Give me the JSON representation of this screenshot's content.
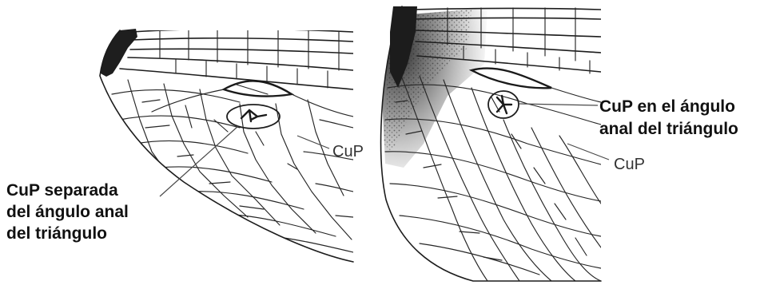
{
  "figure": {
    "left_wing": {
      "callout": [
        "CuP separada",
        "del ángulo anal",
        "del triángulo"
      ],
      "vein_label": "CuP"
    },
    "right_wing": {
      "callout": [
        "CuP en el ángulo",
        "anal del triángulo"
      ],
      "vein_label": "CuP"
    },
    "colors": {
      "ink": "#1c1c1c",
      "pigment": "#2a2a2a",
      "background": "#ffffff"
    }
  }
}
